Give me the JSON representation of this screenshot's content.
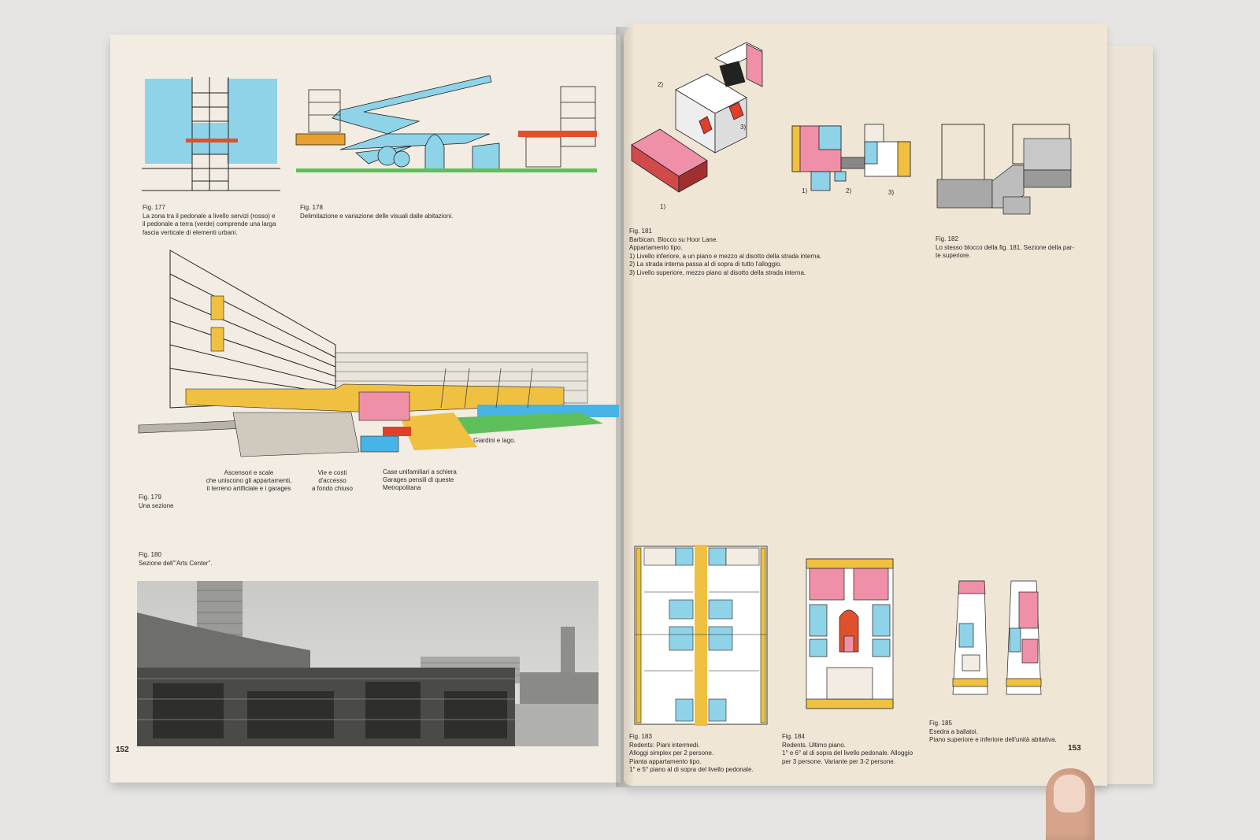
{
  "left_page": {
    "number": "152",
    "fig177": {
      "number": "Fig. 177",
      "lines": [
        "La zona tra il pedonale a livello servizi (rosso) e",
        "il pedonale a terra (verde) comprende una larga",
        "fascia verticale di elementi urbani."
      ]
    },
    "fig178": {
      "number": "Fig. 178",
      "lines": [
        "Delimitazione e variazione delle visuali dalle abitazioni."
      ]
    },
    "fig179": {
      "number": "Fig. 179",
      "lines": [
        "Una sezione"
      ],
      "labels": {
        "garden": "Giardini e lago.",
        "lifts": [
          "Ascensori e scale",
          "che uniscono gli appartamenti,",
          "il terreno artificiale e i garages"
        ],
        "streets": [
          "Vie e costi",
          "d'accesso",
          "a fondo chiuso"
        ],
        "houses": "Case unifamiliari a schiera",
        "garages": "Garages pensili di queste",
        "metro": "Metropolitana"
      }
    },
    "fig180": {
      "number": "Fig. 180",
      "lines": [
        "Sezione dell'\"Arts Center\"."
      ]
    }
  },
  "right_page": {
    "number": "153",
    "fig181": {
      "number": "Fig. 181",
      "lines": [
        "Barbican. Blocco su Hoor Lane.",
        "Appartamento tipo.",
        "1) Livello inferiore, a un piano e mezzo al disotto della strada interna.",
        "2) La strada interna passa al di sopra di tutto l'alloggio.",
        "3) Livello superiore, mezzo piano al disotto della strada interna."
      ],
      "markers": [
        "1)",
        "2)",
        "3)"
      ]
    },
    "fig182": {
      "number": "Fig. 182",
      "lines": [
        "Lo stesso blocco della fig. 181. Sezione della par-",
        "te superiore."
      ]
    },
    "fig183": {
      "number": "Fig. 183",
      "lines": [
        "Redents: Piani intermedi.",
        "Alloggi simplex per 2 persone.",
        "Pianta appartamento tipo.",
        "1° e 5° piano al di sopra del livello pedonale."
      ]
    },
    "fig184": {
      "number": "Fig. 184",
      "lines": [
        "Redents. Ultimo piano.",
        "1° e 6° al di sopra del livello pedonale. Alloggio",
        "per 3 persone. Variante per 3-2 persone."
      ]
    },
    "fig185": {
      "number": "Fig. 185",
      "lines": [
        "Esedra a ballatoi.",
        "Piano superiore e inferiore dell'unità abitativa."
      ]
    }
  },
  "colors": {
    "page_left": "#f2ece3",
    "page_right": "#f0e6d6",
    "blue": "#8fd3e8",
    "red": "#e8736a",
    "pink": "#f08fa8",
    "green": "#5fbf5a",
    "orange": "#e8a030",
    "yellow": "#f0c040",
    "ink": "#2a2a2a"
  }
}
